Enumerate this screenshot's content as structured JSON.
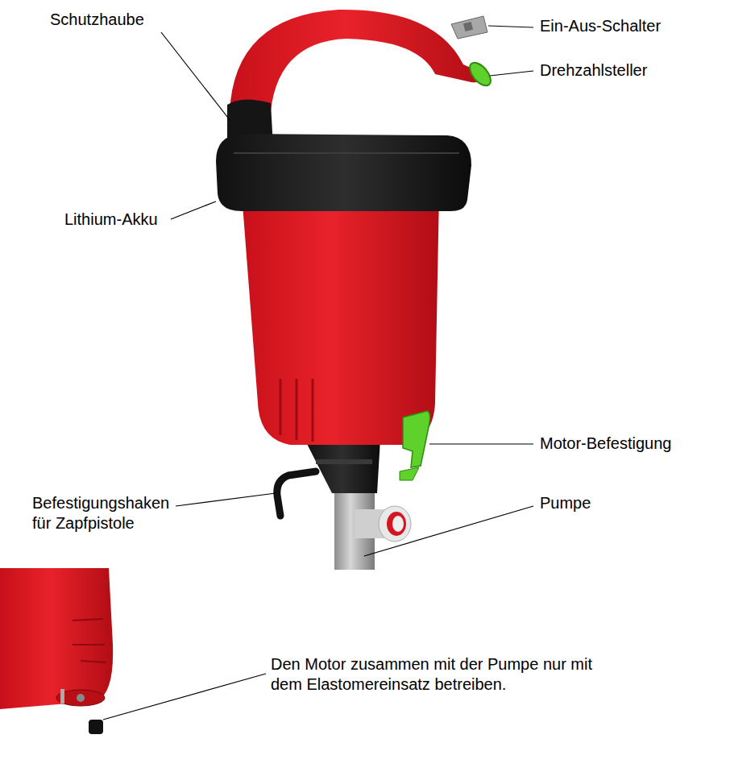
{
  "diagram": {
    "labels": [
      "Schutzhaube",
      "Ein-Aus-Schalter",
      "Drehzahlsteller",
      "Lithium-Akku",
      "Motor-Befestigung",
      "Befestigungshaken für Zapfpistole",
      "Pumpe",
      "Den Motor zusammen mit der Pumpe nur mit dem Elastomereinsatz betreiben."
    ]
  }
}
